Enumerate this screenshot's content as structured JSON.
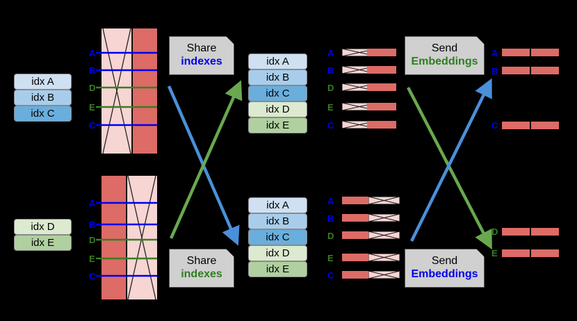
{
  "diagram": {
    "title": "Distributed embedding index sharing and embedding exchange",
    "colors": {
      "solid_red": "#dd6b66",
      "pale_red": "#f6d5d3",
      "blue": "#0000ee",
      "green": "#2e7d1f",
      "arrow_blue": "#4a90d9",
      "arrow_green": "#6aa84f",
      "note_bg": "#d0d0d0",
      "idx_a": "#cfe0f2",
      "idx_b": "#a8cdec",
      "idx_c": "#6aaedd",
      "idx_d": "#dcead0",
      "idx_e": "#b0d0a0",
      "background": "#000000"
    }
  },
  "top_worker": {
    "local_index_list": {
      "name": "local-index-list-top",
      "items": [
        {
          "label": "idx A",
          "color_key": "idx_a"
        },
        {
          "label": "idx B",
          "color_key": "idx_b"
        },
        {
          "label": "idx C",
          "color_key": "idx_c"
        }
      ]
    },
    "embedding_table": {
      "name": "embedding-table-top",
      "row_labels": [
        "A",
        "B",
        "D",
        "E",
        "C"
      ],
      "row_label_colors": [
        "blue",
        "blue",
        "green",
        "green",
        "blue"
      ],
      "left_segment": "pale",
      "right_segment": "solid"
    },
    "share_note": {
      "line1": "Share",
      "line2": "indexes",
      "line2_color": "blue"
    },
    "merged_index_list": {
      "name": "merged-index-list-top",
      "items": [
        {
          "label": "idx A",
          "color_key": "idx_a"
        },
        {
          "label": "idx B",
          "color_key": "idx_b"
        },
        {
          "label": "idx C",
          "color_key": "idx_c"
        },
        {
          "label": "idx D",
          "color_key": "idx_d"
        },
        {
          "label": "idx E",
          "color_key": "idx_e"
        }
      ]
    },
    "embedding_rows": {
      "name": "embedding-rows-top",
      "rows": [
        {
          "label": "A",
          "label_color": "blue",
          "left": "hatch",
          "right": "solid"
        },
        {
          "label": "B",
          "label_color": "blue",
          "left": "hatch",
          "right": "solid"
        },
        {
          "label": "D",
          "label_color": "green",
          "left": "hatch",
          "right": "solid"
        },
        {
          "label": "E",
          "label_color": "green",
          "left": "hatch",
          "right": "solid"
        },
        {
          "label": "C",
          "label_color": "blue",
          "left": "hatch",
          "right": "solid"
        }
      ]
    },
    "send_note": {
      "line1": "Send",
      "line2": "Embeddings",
      "line2_color": "green"
    },
    "result_rows": {
      "name": "result-rows-top",
      "rows": [
        {
          "label": "A",
          "label_color": "blue"
        },
        {
          "label": "B",
          "label_color": "blue"
        },
        {
          "label": "C",
          "label_color": "blue"
        }
      ]
    }
  },
  "bottom_worker": {
    "local_index_list": {
      "name": "local-index-list-bottom",
      "items": [
        {
          "label": "idx D",
          "color_key": "idx_d"
        },
        {
          "label": "idx E",
          "color_key": "idx_e"
        }
      ]
    },
    "embedding_table": {
      "name": "embedding-table-bottom",
      "row_labels": [
        "A",
        "B",
        "D",
        "E",
        "C"
      ],
      "row_label_colors": [
        "blue",
        "blue",
        "green",
        "green",
        "blue"
      ],
      "left_segment": "solid",
      "right_segment": "pale"
    },
    "share_note": {
      "line1": "Share",
      "line2": "indexes",
      "line2_color": "green"
    },
    "merged_index_list": {
      "name": "merged-index-list-bottom",
      "items": [
        {
          "label": "idx A",
          "color_key": "idx_a"
        },
        {
          "label": "idx B",
          "color_key": "idx_b"
        },
        {
          "label": "idx C",
          "color_key": "idx_c"
        },
        {
          "label": "idx D",
          "color_key": "idx_d"
        },
        {
          "label": "idx E",
          "color_key": "idx_e"
        }
      ]
    },
    "embedding_rows": {
      "name": "embedding-rows-bottom",
      "rows": [
        {
          "label": "A",
          "label_color": "blue",
          "left": "solid",
          "right": "hatch"
        },
        {
          "label": "B",
          "label_color": "blue",
          "left": "solid",
          "right": "hatch"
        },
        {
          "label": "D",
          "label_color": "green",
          "left": "solid",
          "right": "hatch"
        },
        {
          "label": "E",
          "label_color": "green",
          "left": "solid",
          "right": "hatch"
        },
        {
          "label": "C",
          "label_color": "blue",
          "left": "solid",
          "right": "hatch"
        }
      ]
    },
    "send_note": {
      "line1": "Send",
      "line2": "Embeddings",
      "line2_color": "blue"
    },
    "result_rows": {
      "name": "result-rows-bottom",
      "rows": [
        {
          "label": "D",
          "label_color": "green"
        },
        {
          "label": "E",
          "label_color": "green"
        }
      ]
    }
  },
  "arrows": {
    "index_exchange": [
      {
        "name": "arrow-index-top-to-bottom",
        "color": "#4a90d9",
        "direction": "down-right"
      },
      {
        "name": "arrow-index-bottom-to-top",
        "color": "#6aa84f",
        "direction": "up-right"
      }
    ],
    "embedding_exchange": [
      {
        "name": "arrow-embedding-top-to-bottom",
        "color": "#6aa84f",
        "direction": "down-right"
      },
      {
        "name": "arrow-embedding-bottom-to-top",
        "color": "#4a90d9",
        "direction": "up-right"
      }
    ]
  }
}
